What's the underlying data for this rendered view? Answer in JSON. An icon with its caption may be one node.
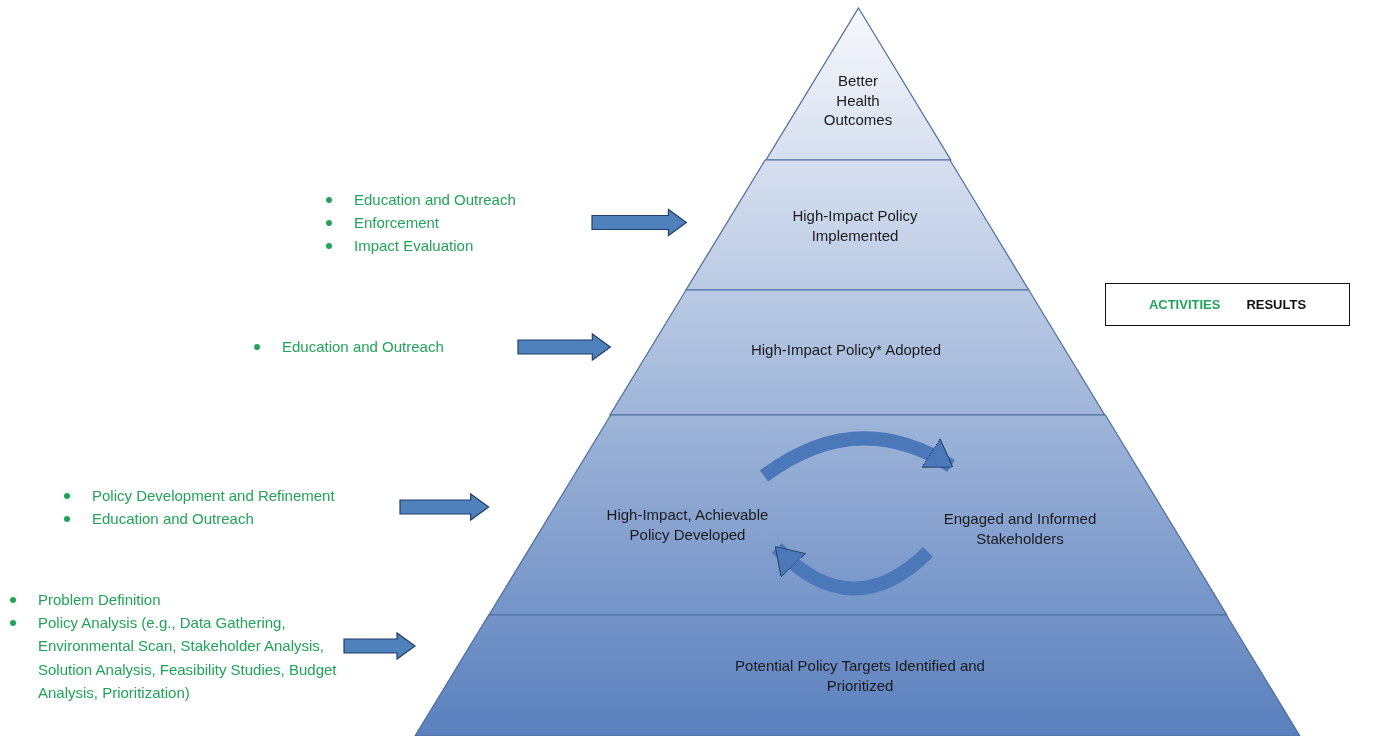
{
  "diagram": {
    "nodes": [
      {
        "text": [
          "Better Health Outcomes"
        ]
      },
      {
        "text": [
          "High-Impact Policy Implemented"
        ]
      },
      {
        "text": [
          "High-Impact Policy* Adopted"
        ]
      },
      {
        "text": [],
        "shape": "trapezoid"
      },
      {
        "text": [
          "High-Impact, Achievable Policy Developed"
        ],
        "in": 3
      },
      {
        "text": [
          "Engaged and Informed Stakeholders"
        ],
        "in": 3
      },
      {
        "text": [
          "Potential Policy Targets Identified and Prioritized"
        ]
      },
      {
        "text": [
          "Education and Outreach",
          "Enforcement",
          "Impact Evaluation"
        ]
      },
      {
        "text": [
          "Education and Outreach"
        ]
      },
      {
        "text": [
          "Policy Development and Refinement",
          "Education and Outreach"
        ]
      },
      {
        "text": [
          "Problem Definition",
          "Policy Analysis (e.g., Data Gathering, Environmental Scan, Stakeholder Analysis, Solution Analysis, Feasibility Studies, Budget Analysis, Prioritization)"
        ]
      },
      {
        "text": [
          "ACTIVITIES",
          "RESULTS"
        ]
      }
    ],
    "edges": [
      {
        "from": 7,
        "to": 1,
        "arrow": "to"
      },
      {
        "from": 8,
        "to": 2,
        "arrow": "to"
      },
      {
        "from": 9,
        "to": 3,
        "arrow": "to"
      },
      {
        "from": 10,
        "to": 6,
        "arrow": "to"
      },
      {
        "from": 4,
        "to": 5,
        "arrow": "to"
      },
      {
        "from": 5,
        "to": 4,
        "arrow": "to"
      }
    ]
  }
}
